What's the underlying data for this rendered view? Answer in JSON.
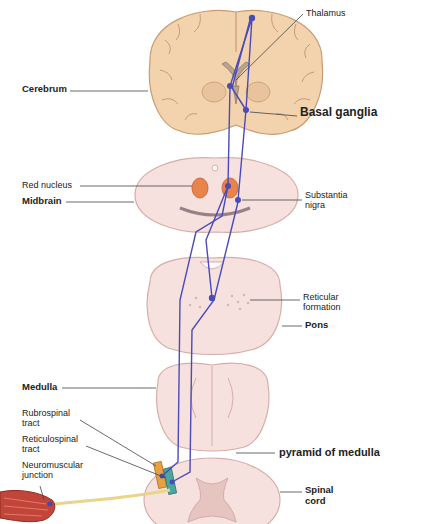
{
  "diagram": {
    "labels": [
      "Thalamus",
      "Cerebrum",
      "Basal ganglia",
      "Red nucleus",
      "Substantia nigra",
      "Midbrain",
      "Reticular formation",
      "Pons",
      "Medulla",
      "pyramid of medulla",
      "Rubrospinal tract",
      "Reticulospinal tract",
      "Neuromuscular junction",
      "Spinal cord"
    ]
  }
}
